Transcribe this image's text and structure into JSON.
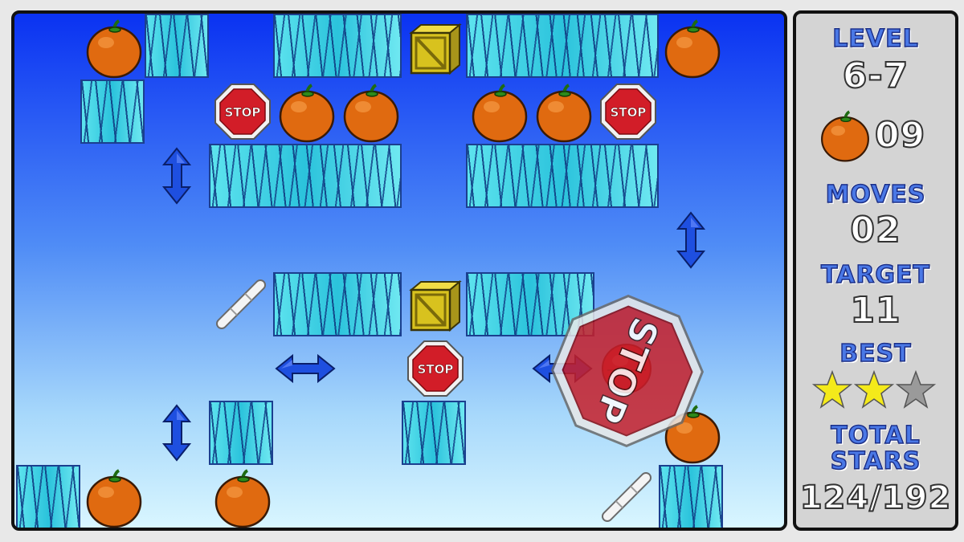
{
  "stop_sign_text": "STOP",
  "hud": {
    "level_label": "LEVEL",
    "level_value": "6-7",
    "orange_count": "09",
    "moves_label": "MOVES",
    "moves_value": "02",
    "target_label": "TARGET",
    "target_value": "11",
    "best_label": "BEST",
    "best_stars": 2,
    "best_stars_max": 3,
    "total_label_line1": "TOTAL",
    "total_label_line2": "STARS",
    "total_value": "124/192"
  },
  "colors": {
    "ice": "#2bc3dc",
    "orange": "#e06a10",
    "stop_red": "#d21d28",
    "arrow_blue": "#1e4fe0",
    "crate": "#d8c21e",
    "star_gold": "#f4ea1a",
    "star_grey": "#9a9a9a"
  }
}
